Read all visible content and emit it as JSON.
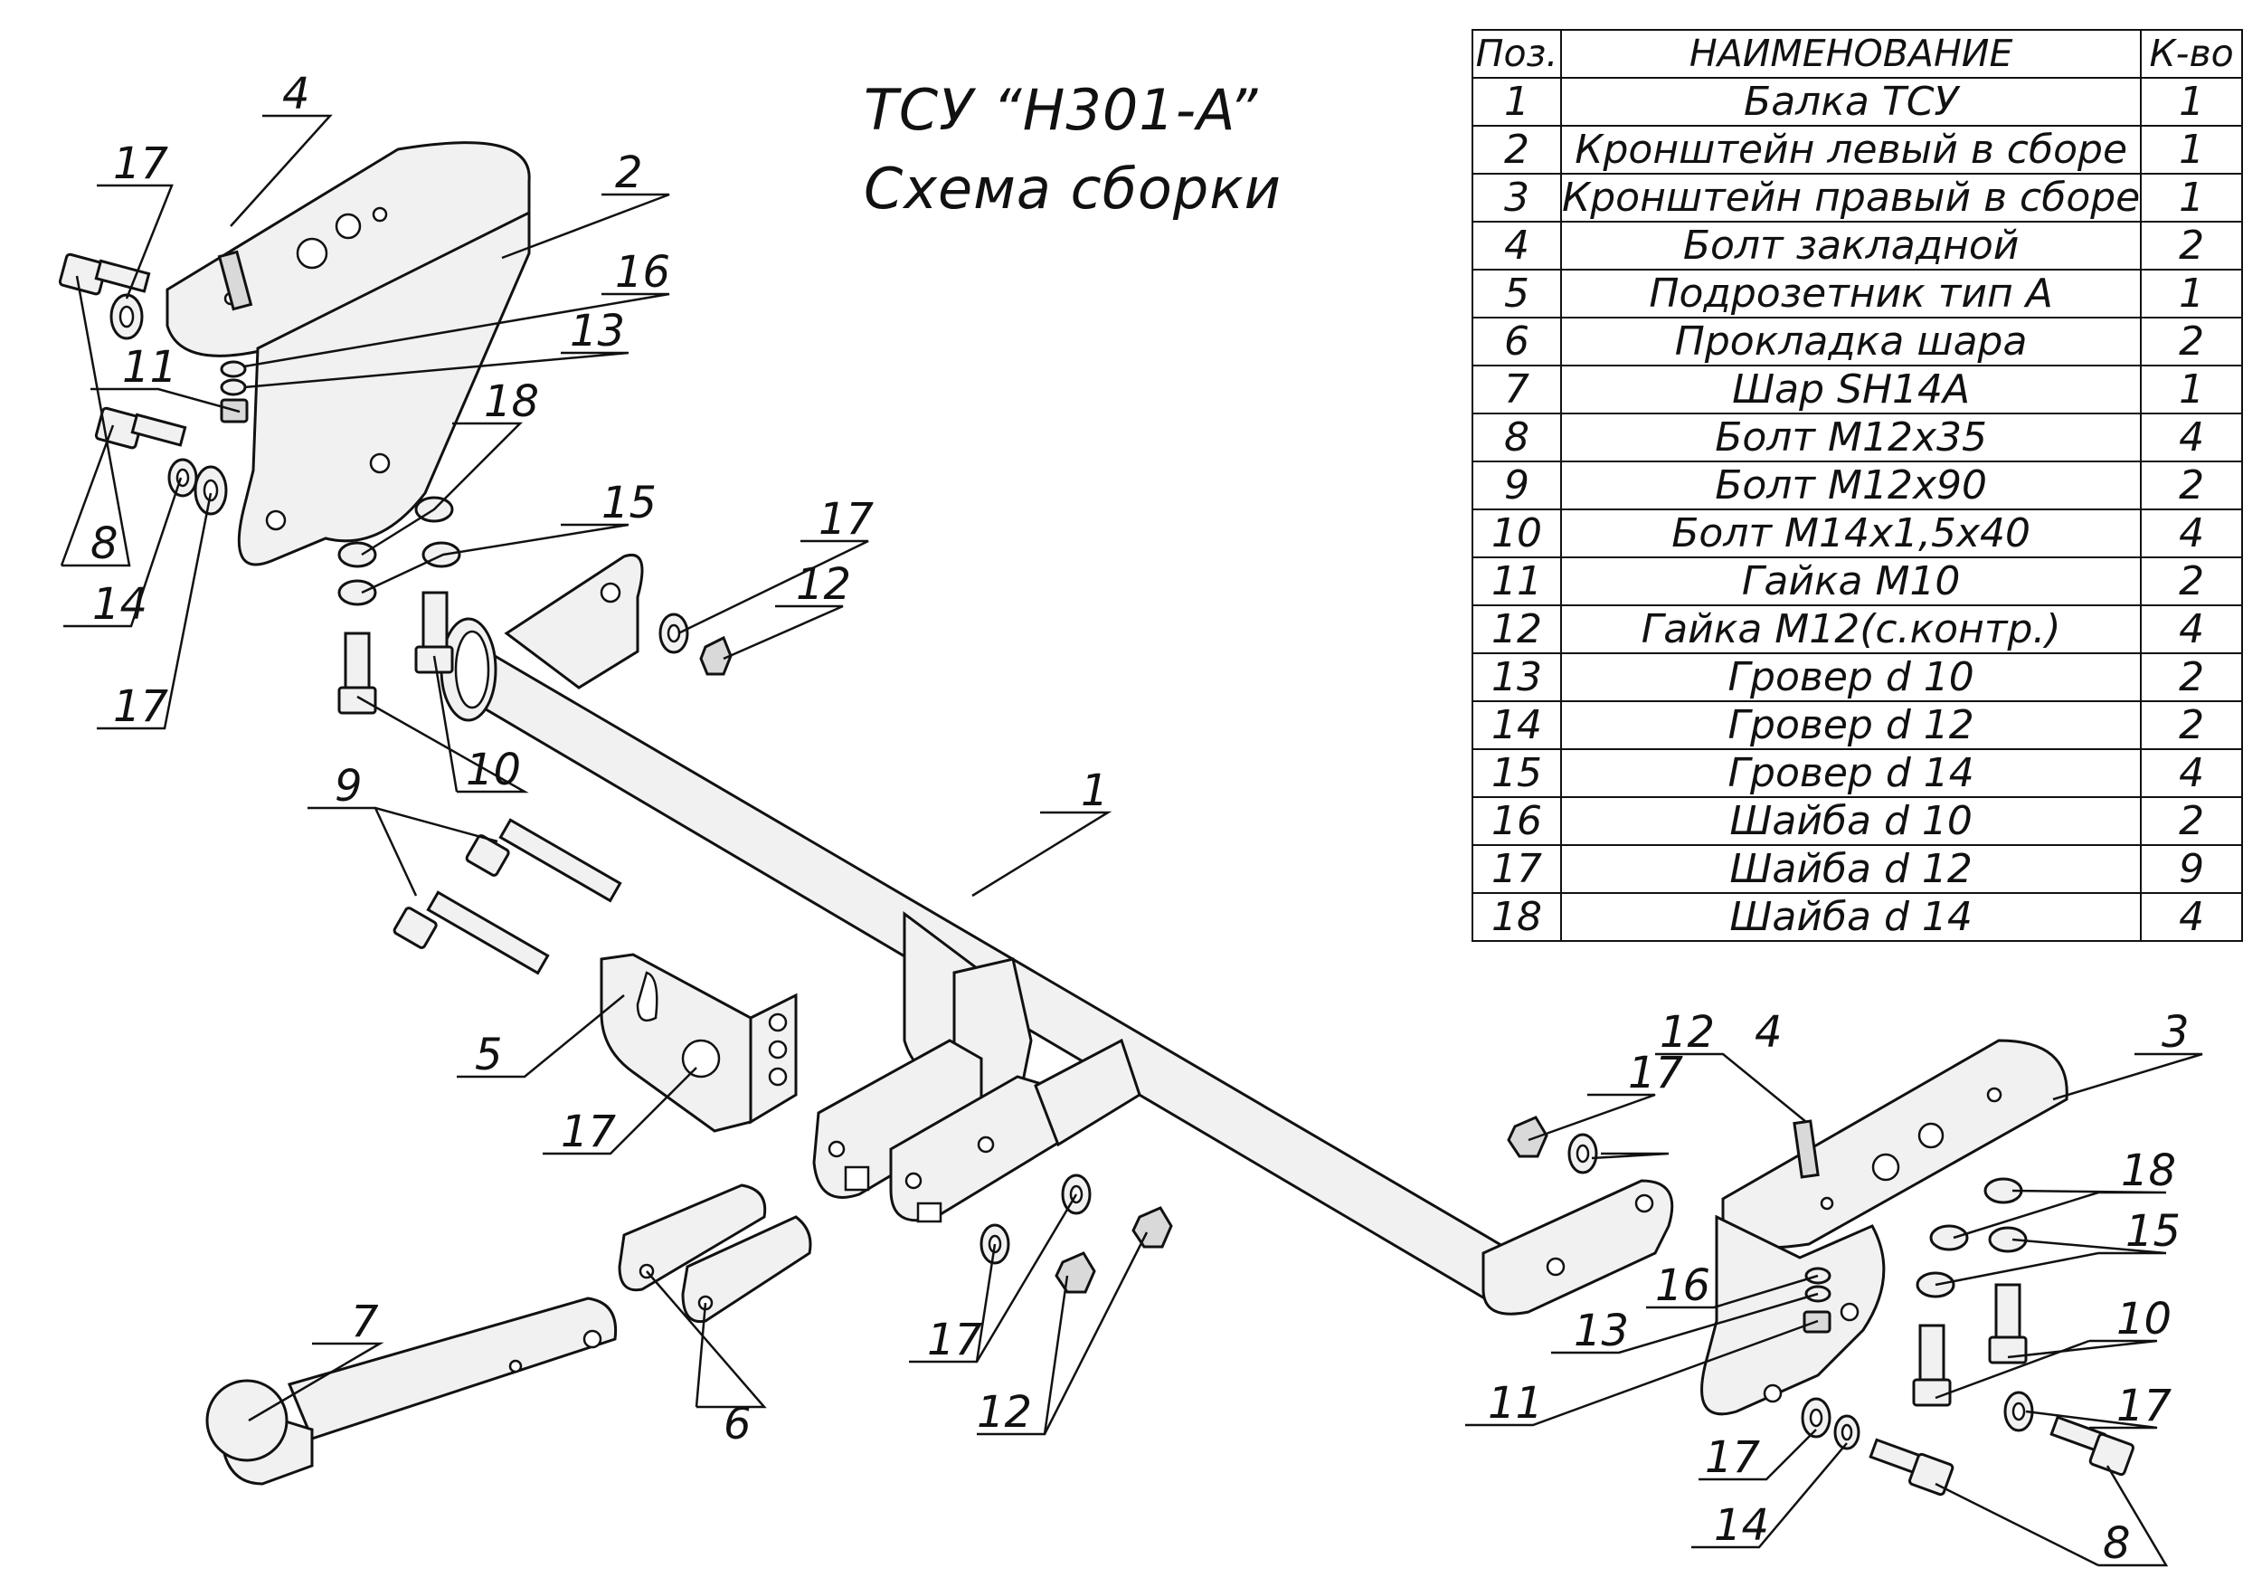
{
  "title": {
    "line1": "ТСУ “H301-A”",
    "line2": "Схема сборки"
  },
  "table": {
    "headers": [
      "Поз.",
      "НАИМЕНОВАНИЕ",
      "К-во"
    ],
    "rows": [
      {
        "pos": "1",
        "name": "Балка ТСУ",
        "qty": "1"
      },
      {
        "pos": "2",
        "name": "Кронштейн левый в сборе",
        "qty": "1"
      },
      {
        "pos": "3",
        "name": "Кронштейн правый в сборе",
        "qty": "1"
      },
      {
        "pos": "4",
        "name": "Болт закладной",
        "qty": "2"
      },
      {
        "pos": "5",
        "name": "Подрозетник тип А",
        "qty": "1"
      },
      {
        "pos": "6",
        "name": "Прокладка шара",
        "qty": "2"
      },
      {
        "pos": "7",
        "name": "Шар SH14A",
        "qty": "1"
      },
      {
        "pos": "8",
        "name": "Болт М12х35",
        "qty": "4"
      },
      {
        "pos": "9",
        "name": "Болт М12х90",
        "qty": "2"
      },
      {
        "pos": "10",
        "name": "Болт М14х1,5х40",
        "qty": "4"
      },
      {
        "pos": "11",
        "name": "Гайка М10",
        "qty": "2"
      },
      {
        "pos": "12",
        "name": "Гайка М12(с.контр.)",
        "qty": "4"
      },
      {
        "pos": "13",
        "name": "Гровер d 10",
        "qty": "2"
      },
      {
        "pos": "14",
        "name": "Гровер d 12",
        "qty": "2"
      },
      {
        "pos": "15",
        "name": "Гровер d 14",
        "qty": "4"
      },
      {
        "pos": "16",
        "name": "Шайба d 10",
        "qty": "2"
      },
      {
        "pos": "17",
        "name": "Шайба d 12",
        "qty": "9"
      },
      {
        "pos": "18",
        "name": "Шайба d 14",
        "qty": "4"
      }
    ]
  },
  "callouts": [
    "4",
    "17",
    "2",
    "16",
    "13",
    "11",
    "18",
    "15",
    "8",
    "14",
    "17",
    "17",
    "12",
    "10",
    "9",
    "1",
    "5",
    "17",
    "7",
    "6",
    "17",
    "12",
    "12",
    "4",
    "3",
    "17",
    "18",
    "15",
    "16",
    "13",
    "10",
    "11",
    "17",
    "17",
    "14",
    "8"
  ]
}
